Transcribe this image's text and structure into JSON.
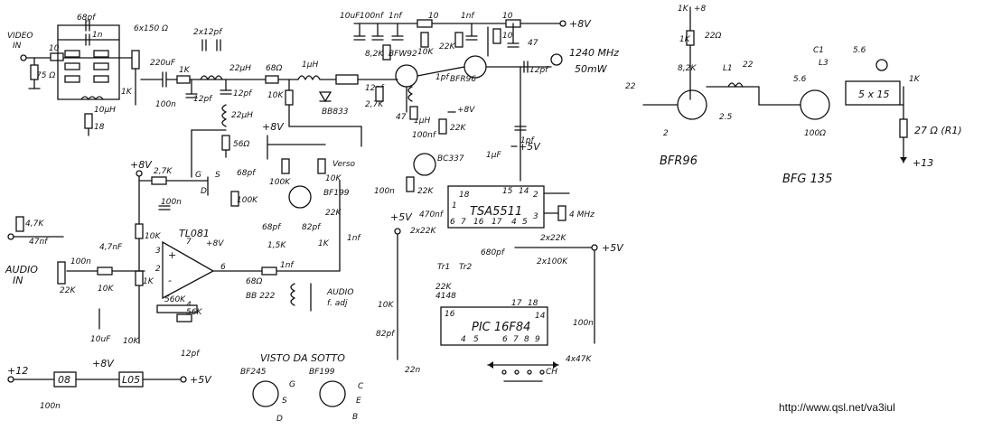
{
  "labels": {
    "video_in": "VIDEO",
    "in": "IN",
    "audio_in": "AUDIO",
    "frequency": "1240 MHz",
    "power": "50mW",
    "verso": "Verso",
    "audio_adj": "AUDIO",
    "f_adj": "f. adj",
    "bottom_view": "VISTO DA SOTTO",
    "tr1": "Tr1",
    "tr2": "Tr2",
    "ch": "CH",
    "url": "http://www.qsl.net/va3iul"
  },
  "rails": {
    "plus8v": "+8V",
    "plus5v": "+5V",
    "plus12": "+12",
    "plus8": "+8",
    "plus13": "+13"
  },
  "components": {
    "r75": "75 Ω",
    "r10": "10",
    "c68pf": "68pf",
    "c1n": "1n",
    "l10uh": "10μH",
    "r18": "18",
    "r6x150": "6x150 Ω",
    "pot1k": "1K",
    "c220uf": "220uF",
    "r1k": "1K",
    "c100n": "100n",
    "c2x12pf": "2x12pf",
    "l22uh": "22μH",
    "c12pf": "12pf",
    "r56": "56Ω",
    "r68": "68Ω",
    "l1uh": "1μH",
    "r10k": "10K",
    "varactor": "BB833",
    "c10uf": "10uF",
    "c100nf": "100nf",
    "c1nf": "1nf",
    "r8k2": "8,2K",
    "r22k": "22K",
    "bfw92": "BFW92",
    "r2k7": "2,7K",
    "bfr96": "BFR96",
    "c1pf": "1pf",
    "r47": "47",
    "c47": "47",
    "r4k7": "4,7K",
    "c47nf": "47nf",
    "c4n7": "4,7nF",
    "tl081": "TL081",
    "r560k": "560K",
    "r56k": "56K",
    "r100k": "100K",
    "bf199": "BF199",
    "r1k5": "1,5K",
    "c82pf": "82pf",
    "bb222": "BB 222",
    "c1uf": "1μF",
    "bc337": "BC337",
    "tsa5511": "TSA5511",
    "c470nf": "470nf",
    "xtal": "4 MHz",
    "r2x22k": "2x22K",
    "c680pf": "680pf",
    "r2x100k": "2x100K",
    "pic16f84": "PIC 16F84",
    "d4148": "4148",
    "c22n": "22n",
    "r4x47k": "4x47K",
    "reg08": "08",
    "reg05": "L05",
    "bf245": "BF245",
    "r22": "22Ω",
    "r8x2k": "8,2K",
    "c22": "22",
    "c2": "2",
    "c25": "2.5",
    "l1": "L1",
    "c1": "C1",
    "c56": "5.6",
    "l3": "L3",
    "r100": "100Ω",
    "stripline": "5 x 15",
    "r27": "27 Ω (R1)",
    "bfg135": "BFG 135"
  },
  "pins": {
    "g": "G",
    "s": "S",
    "d": "D",
    "c": "C",
    "e": "E",
    "b": "B",
    "plus": "+",
    "minus": "-",
    "p1": "1",
    "p2": "2",
    "p3": "3",
    "p4": "4",
    "p5": "5",
    "p6": "6",
    "p7": "7",
    "p8": "8",
    "p9": "9",
    "p14": "14",
    "p15": "15",
    "p16": "16",
    "p17": "17",
    "p18": "18"
  }
}
